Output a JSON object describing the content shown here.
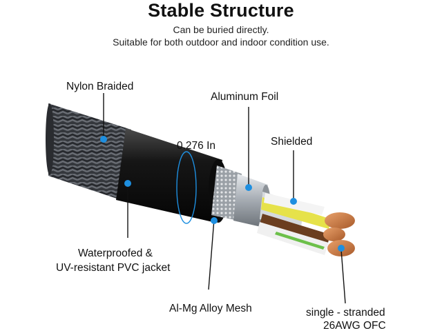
{
  "header": {
    "title": "Stable Structure",
    "subtitle_lines": [
      "Can be buried directly.",
      "Suitable for both outdoor and indoor condition use."
    ]
  },
  "callouts": {
    "nylon_braided": "Nylon Braided",
    "aluminum_foil": "Aluminum Foil",
    "diameter": "0.276 In",
    "shielded": "Shielded",
    "pvc_jacket_line1": "Waterproofed &",
    "pvc_jacket_line2": "UV-resistant PVC jacket",
    "alloy_mesh": "Al-Mg Alloy Mesh",
    "conductor_line1": "single - stranded",
    "conductor_line2": "26AWG OFC"
  },
  "colors": {
    "callout_dot": "#1e8fe0",
    "jacket": "#111111",
    "braid": "#3c3f44",
    "foil": "#c7ccd2",
    "copper": "#c8713b",
    "wire_yellow": "#e6e24a",
    "wire_brown": "#6b3e1f",
    "wire_green": "#6cc04a",
    "wire_white": "#f2f2f2"
  }
}
